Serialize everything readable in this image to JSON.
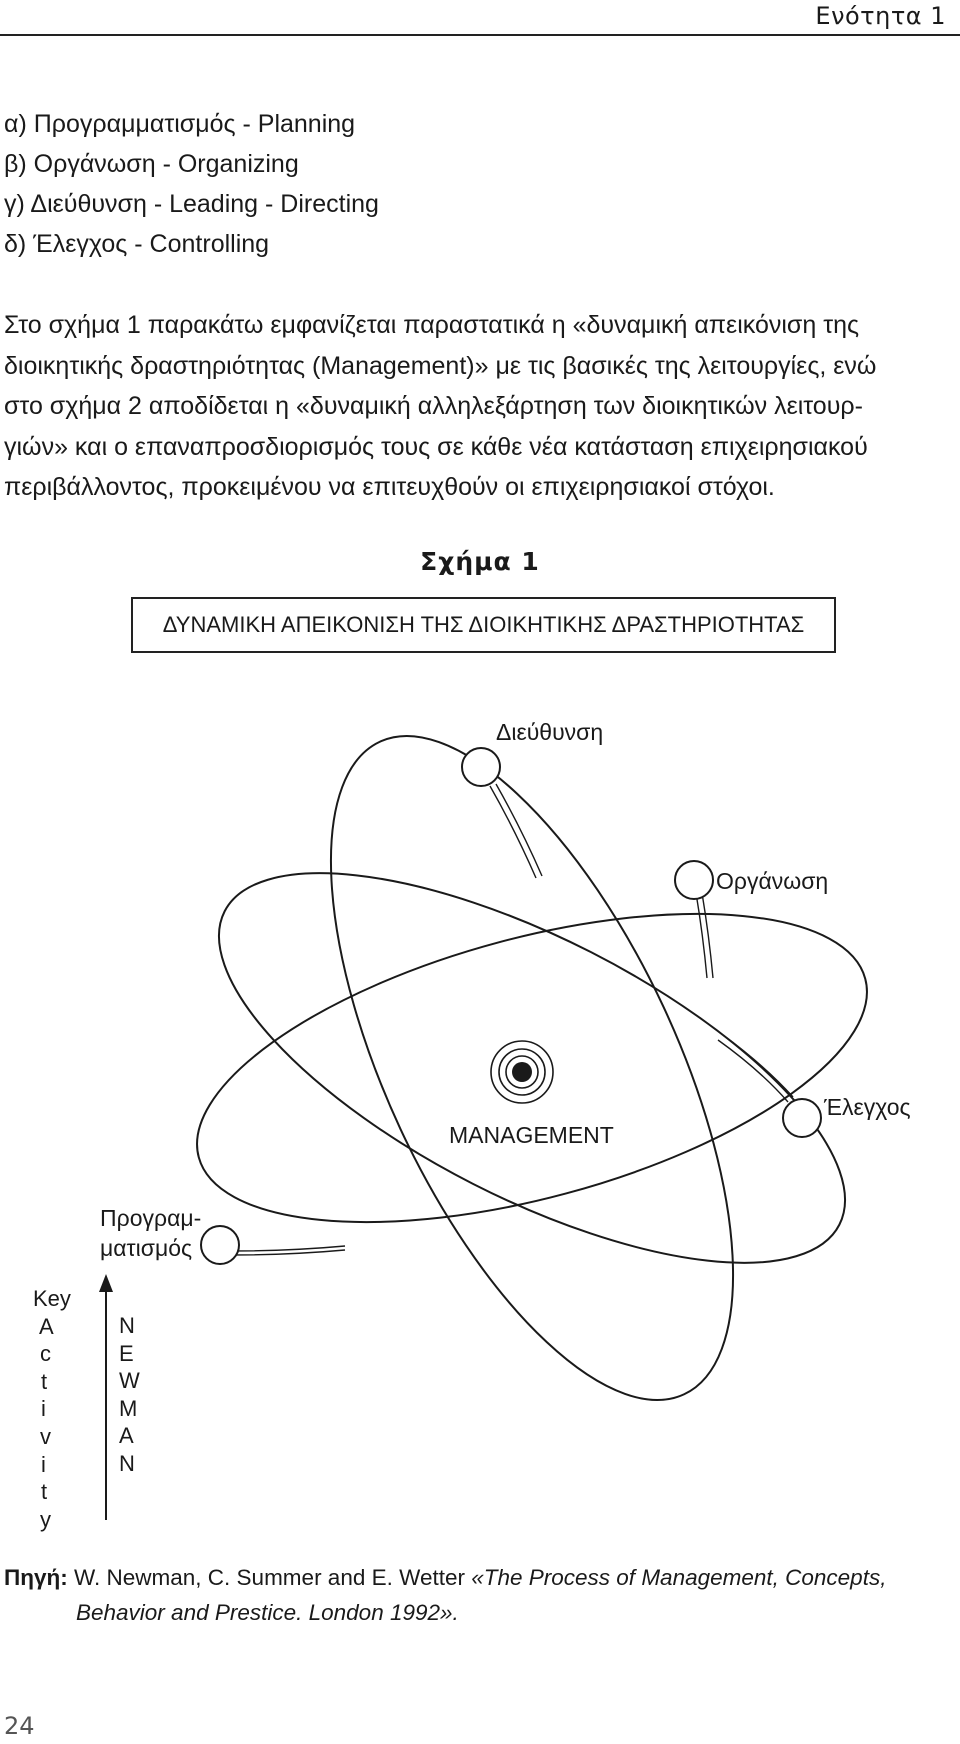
{
  "header": {
    "section_title": "Ενότητα 1"
  },
  "functions_list": [
    "α) Προγραμματισμός - Planning",
    "β) Οργάνωση - Organizing",
    "γ) Διεύθυνση - Leading - Directing",
    "δ) Έλεγχος - Controlling"
  ],
  "paragraph_lines": [
    "Στο σχήμα 1 παρακάτω εμφανίζεται παραστατικά η «δυναμική απεικόνιση της",
    "διοικητικής δραστηριότητας (Management)» με τις βασικές της λειτουργίες, ενώ",
    "στο σχήμα 2 αποδίδεται η «δυναμική αλληλεξάρτηση των διοικητικών λειτουρ-",
    "γιών» και ο επαναπροσδιορισμός τους σε κάθε νέα κατάσταση επιχειρησιακού",
    "περιβάλλοντος, προκειμένου να επιτευχθούν οι επιχειρησιακοί στόχοι."
  ],
  "figure": {
    "title": "Σχήμα 1",
    "box_title": "ΔΥΝΑΜΙΚΗ ΑΠΕΙΚΟΝΙΣΗ ΤΗΣ ΔΙΟΙΚΗΤΙΚΗΣ ΔΡΑΣΤΗΡΙΟΤΗΤΑΣ",
    "labels": {
      "leading": "Διεύθυνση",
      "organizing": "Οργάνωση",
      "controlling": "Έλεγχος",
      "center": "MANAGEMENT",
      "planning_1": "Προγραμ-",
      "planning_2": "ματισμός"
    },
    "key_letters": [
      "Key",
      "A",
      "c",
      "t",
      "i",
      "v",
      "i",
      "t",
      "y"
    ],
    "newman_letters": [
      "N",
      "E",
      "W",
      "M",
      "A",
      "N"
    ]
  },
  "source": {
    "label": "Πηγή:",
    "authors": "W. Newman, C. Summer and E. Wetter",
    "title_line1": "«The Process of Management, Concepts,",
    "title_line2": "Behavior and Prestice. London 1992»."
  },
  "page_number": "24"
}
